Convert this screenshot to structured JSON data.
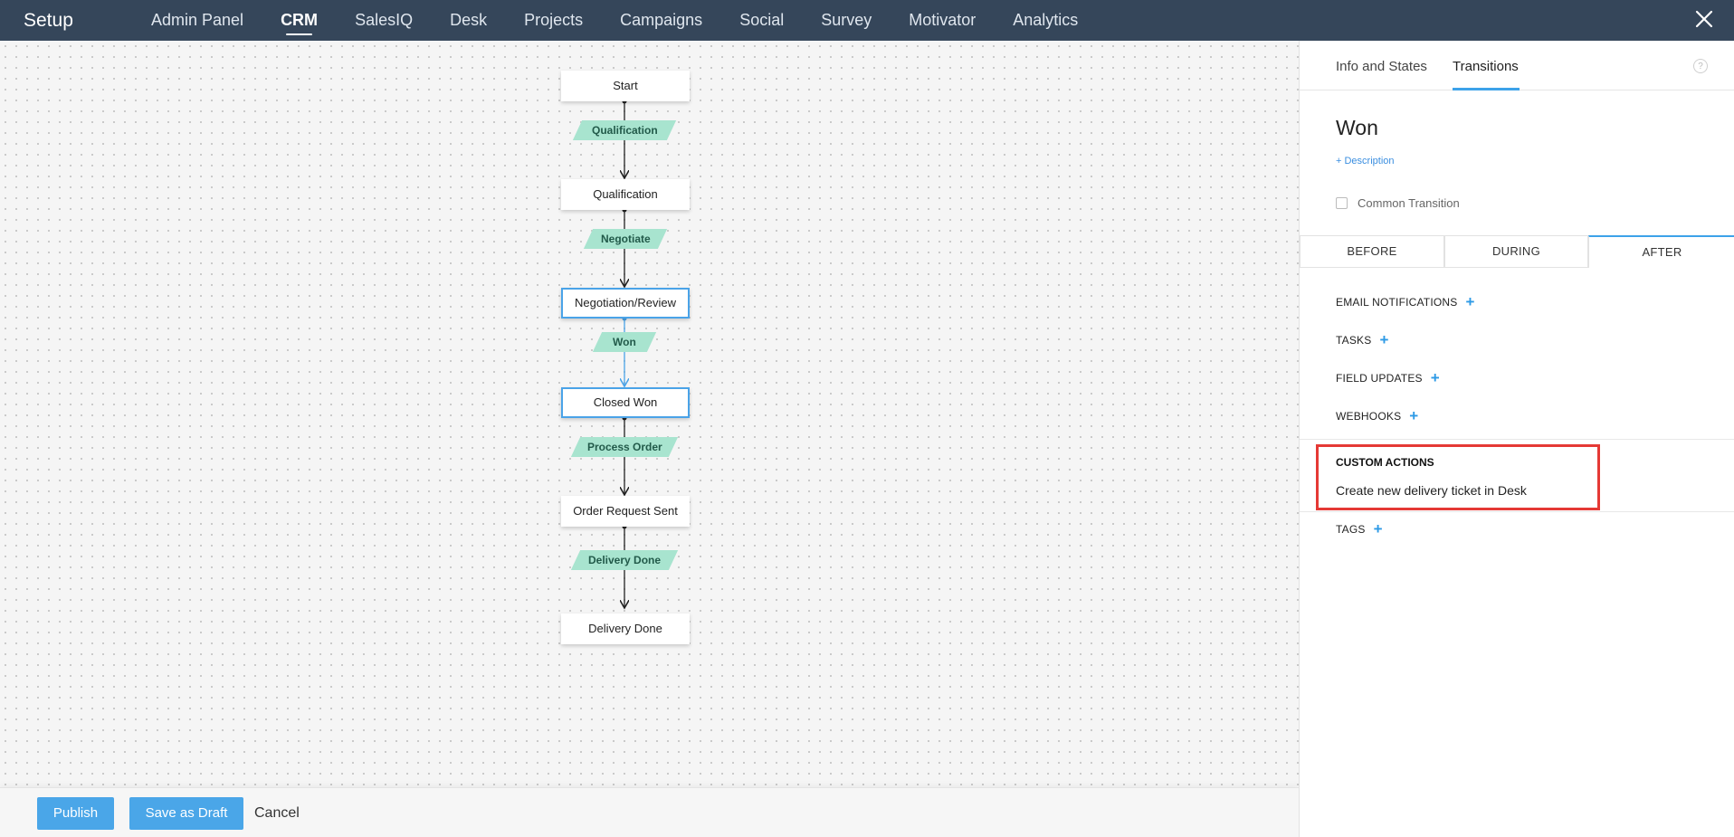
{
  "topbar": {
    "title": "Setup",
    "nav": [
      {
        "label": "Admin Panel"
      },
      {
        "label": "CRM",
        "active": true
      },
      {
        "label": "SalesIQ"
      },
      {
        "label": "Desk"
      },
      {
        "label": "Projects"
      },
      {
        "label": "Campaigns"
      },
      {
        "label": "Social"
      },
      {
        "label": "Survey"
      },
      {
        "label": "Motivator"
      },
      {
        "label": "Analytics"
      }
    ],
    "close_icon": "close-icon"
  },
  "flow": {
    "states": [
      "Start",
      "Qualification",
      "Negotiation/Review",
      "Closed Won",
      "Order Request Sent",
      "Delivery Done"
    ],
    "transitions": [
      "Qualification",
      "Negotiate",
      "Won",
      "Process Order",
      "Delivery Done"
    ],
    "selected_transition": "Won",
    "colors": {
      "transition_fill": "#a8e4cf",
      "selected": "#4aa3e8"
    }
  },
  "footer": {
    "publish_label": "Publish",
    "draft_label": "Save as Draft",
    "cancel_label": "Cancel"
  },
  "panel": {
    "tabs": [
      {
        "label": "Info and States"
      },
      {
        "label": "Transitions",
        "active": true
      }
    ],
    "help": "?",
    "title": "Won",
    "description_link": "+ Description",
    "common_transition": {
      "label": "Common Transition",
      "checked": false
    },
    "phases": [
      {
        "label": "BEFORE"
      },
      {
        "label": "DURING"
      },
      {
        "label": "AFTER",
        "active": true
      }
    ],
    "actions": {
      "email": "EMAIL NOTIFICATIONS",
      "tasks": "TASKS",
      "field_updates": "FIELD UPDATES",
      "webhooks": "WEBHOOKS",
      "custom_title": "CUSTOM ACTIONS",
      "custom_item": "Create new delivery ticket in Desk",
      "tags": "TAGS"
    },
    "plus": "+",
    "colors": {
      "accent": "#3da2e9",
      "highlight_box": "#e53935"
    }
  }
}
